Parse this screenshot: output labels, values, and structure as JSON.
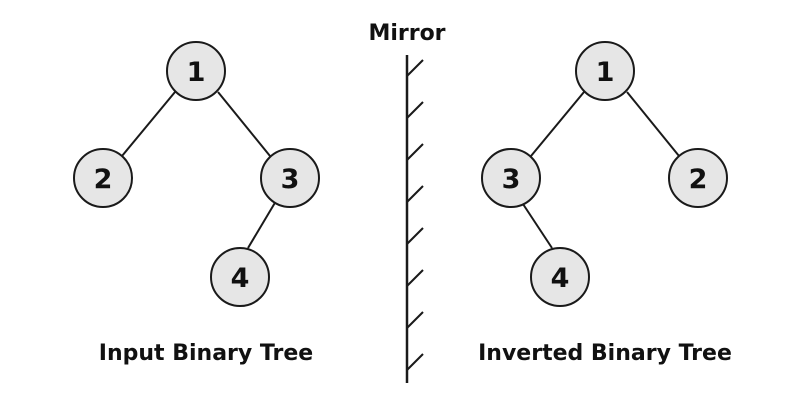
{
  "mirror_label": "Mirror",
  "left_tree": {
    "caption": "Input Binary Tree",
    "nodes": {
      "root": "1",
      "left": "2",
      "right": "3",
      "right_left": "4"
    }
  },
  "right_tree": {
    "caption": "Inverted Binary Tree",
    "nodes": {
      "root": "1",
      "left": "3",
      "right": "2",
      "left_right": "4"
    }
  },
  "colors": {
    "node_fill": "#e6e6e6",
    "stroke": "#1a1a1a",
    "text": "#111111"
  }
}
